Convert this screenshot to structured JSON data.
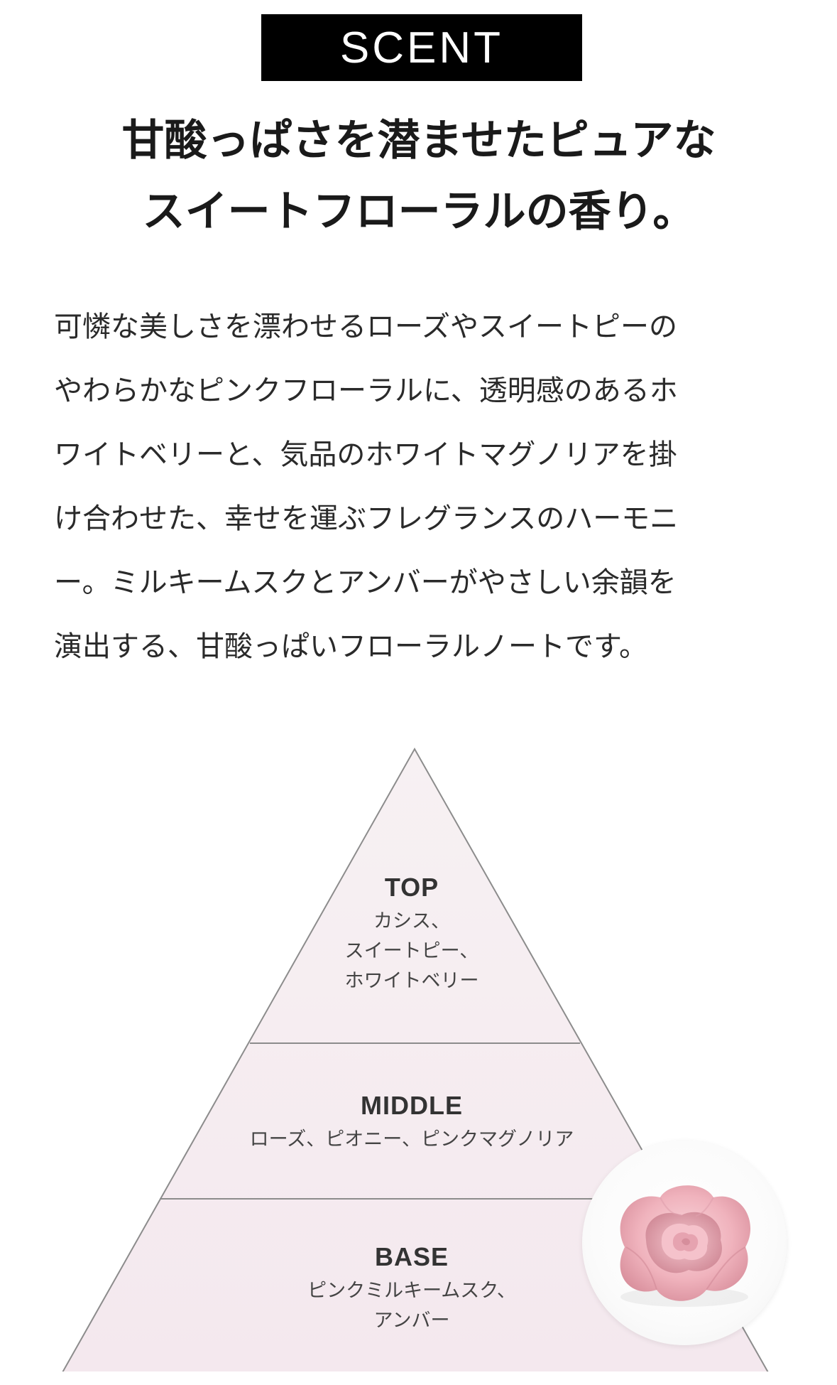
{
  "badge": {
    "label": "SCENT"
  },
  "headline": {
    "line1": "甘酸っぱさを潜ませたピュアな",
    "line2": "スイートフローラルの香り。"
  },
  "description": {
    "lines": [
      "可憐な美しさを漂わせるローズやスイートピーの",
      "やわらかなピンクフローラルに、透明感のあるホ",
      "ワイトベリーと、気品のホワイトマグノリアを掛",
      "け合わせた、幸せを運ぶフレグランスのハーモニ",
      "ー。ミルキームスクとアンバーがやさしい余韻を",
      "演出する、甘酸っぱいフローラルノートです。"
    ]
  },
  "pyramid": {
    "fill_color": "#f6ecef",
    "stroke_color": "#8c8c8c",
    "top": {
      "title": "TOP",
      "notes": [
        "カシス、",
        "スイートピー、",
        "ホワイトベリー"
      ]
    },
    "middle": {
      "title": "MIDDLE",
      "notes": [
        "ローズ、ピオニー、ピンクマグノリア"
      ]
    },
    "base": {
      "title": "BASE",
      "notes": [
        "ピンクミルキームスク、",
        "アンバー"
      ]
    }
  },
  "rose_image": {
    "icon": "rose-icon",
    "petal_color": "#f2b8c0"
  }
}
